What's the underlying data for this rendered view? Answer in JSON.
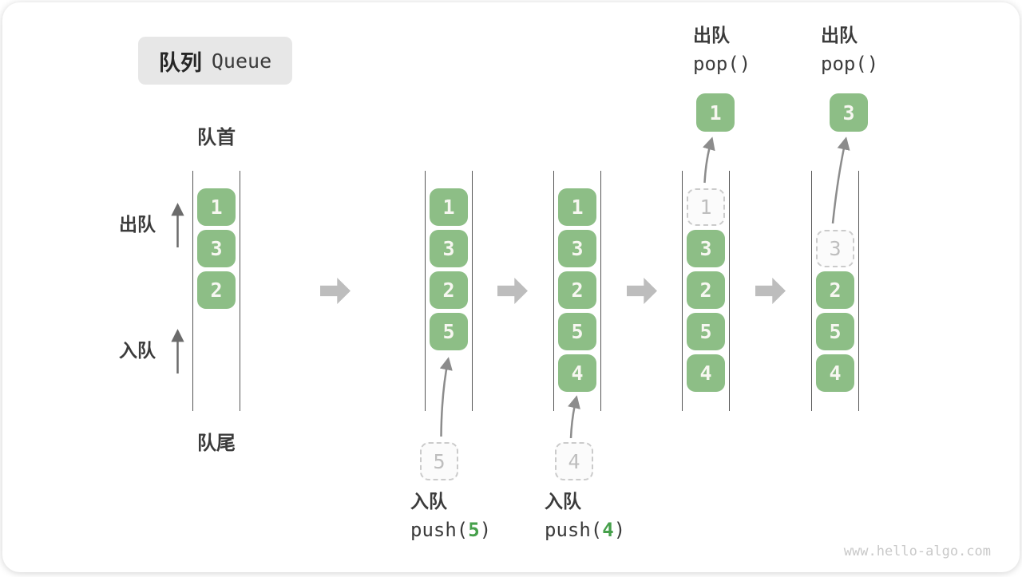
{
  "title": {
    "zh": "队列",
    "en": "Queue"
  },
  "labels": {
    "front": "队首",
    "rear": "队尾",
    "dequeue": "出队",
    "enqueue": "入队"
  },
  "colors": {
    "item_green": "#8DBE86",
    "code_arg_green": "#46A04B",
    "transition_arrow_gray": "#BDBDBD",
    "ghost_gray": "#CBCBCB"
  },
  "states": [
    {
      "slots": [
        {
          "value": "1",
          "style": "solid"
        },
        {
          "value": "3",
          "style": "solid"
        },
        {
          "value": "2",
          "style": "solid"
        }
      ]
    },
    {
      "slots": [
        {
          "value": "1",
          "style": "solid"
        },
        {
          "value": "3",
          "style": "solid"
        },
        {
          "value": "2",
          "style": "solid"
        },
        {
          "value": "5",
          "style": "solid"
        }
      ],
      "pending": {
        "value": "5"
      },
      "op": {
        "label": "入队",
        "code_pre": "push(",
        "code_arg": "5",
        "code_post": ")"
      }
    },
    {
      "slots": [
        {
          "value": "1",
          "style": "solid"
        },
        {
          "value": "3",
          "style": "solid"
        },
        {
          "value": "2",
          "style": "solid"
        },
        {
          "value": "5",
          "style": "solid"
        },
        {
          "value": "4",
          "style": "solid"
        }
      ],
      "pending": {
        "value": "4"
      },
      "op": {
        "label": "入队",
        "code_pre": "push(",
        "code_arg": "4",
        "code_post": ")"
      }
    },
    {
      "slots": [
        {
          "value": "1",
          "style": "dashed"
        },
        {
          "value": "3",
          "style": "solid"
        },
        {
          "value": "2",
          "style": "solid"
        },
        {
          "value": "5",
          "style": "solid"
        },
        {
          "value": "4",
          "style": "solid"
        }
      ],
      "popped": {
        "value": "1"
      },
      "op": {
        "label": "出队",
        "code_pre": "pop()",
        "code_arg": "",
        "code_post": ""
      }
    },
    {
      "slots": [
        null,
        {
          "value": "3",
          "style": "dashed"
        },
        {
          "value": "2",
          "style": "solid"
        },
        {
          "value": "5",
          "style": "solid"
        },
        {
          "value": "4",
          "style": "solid"
        }
      ],
      "popped": {
        "value": "3"
      },
      "op": {
        "label": "出队",
        "code_pre": "pop()",
        "code_arg": "",
        "code_post": ""
      }
    }
  ],
  "watermark": "www.hello-algo.com"
}
